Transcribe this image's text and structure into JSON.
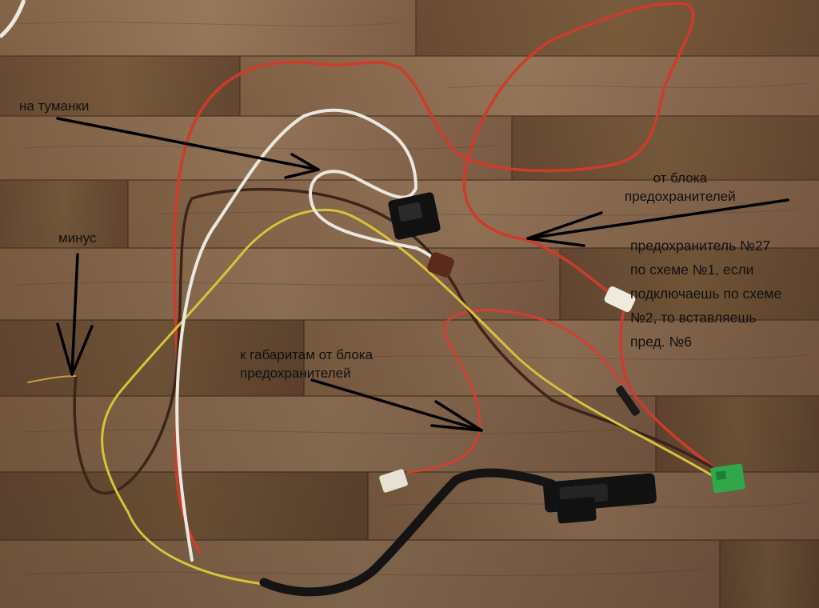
{
  "photo": {
    "subject": "wiring-harness-on-wood-floor",
    "colors": {
      "floor_light": "#9c7a5b",
      "floor_dark": "#6e4f36",
      "wire_red": "#d33a2a",
      "wire_white": "#e8e6e0",
      "wire_brown": "#3a2418",
      "wire_yellow": "#d8c23a",
      "sheath_black": "#151515",
      "connector_green": "#2fa84a",
      "annotation": "#000000"
    }
  },
  "annotations": {
    "fog_lights": "на туманки",
    "ground": "минус",
    "from_fuse_block": "от блока\nпредохранителей",
    "fuse_note": "предохранитель №27\nпо схеме №1, если\nподключаешь по схеме\n№2, то вставляешь\nпред. №6",
    "side_lights": "к габаритам от блока\nпредохранителей"
  }
}
